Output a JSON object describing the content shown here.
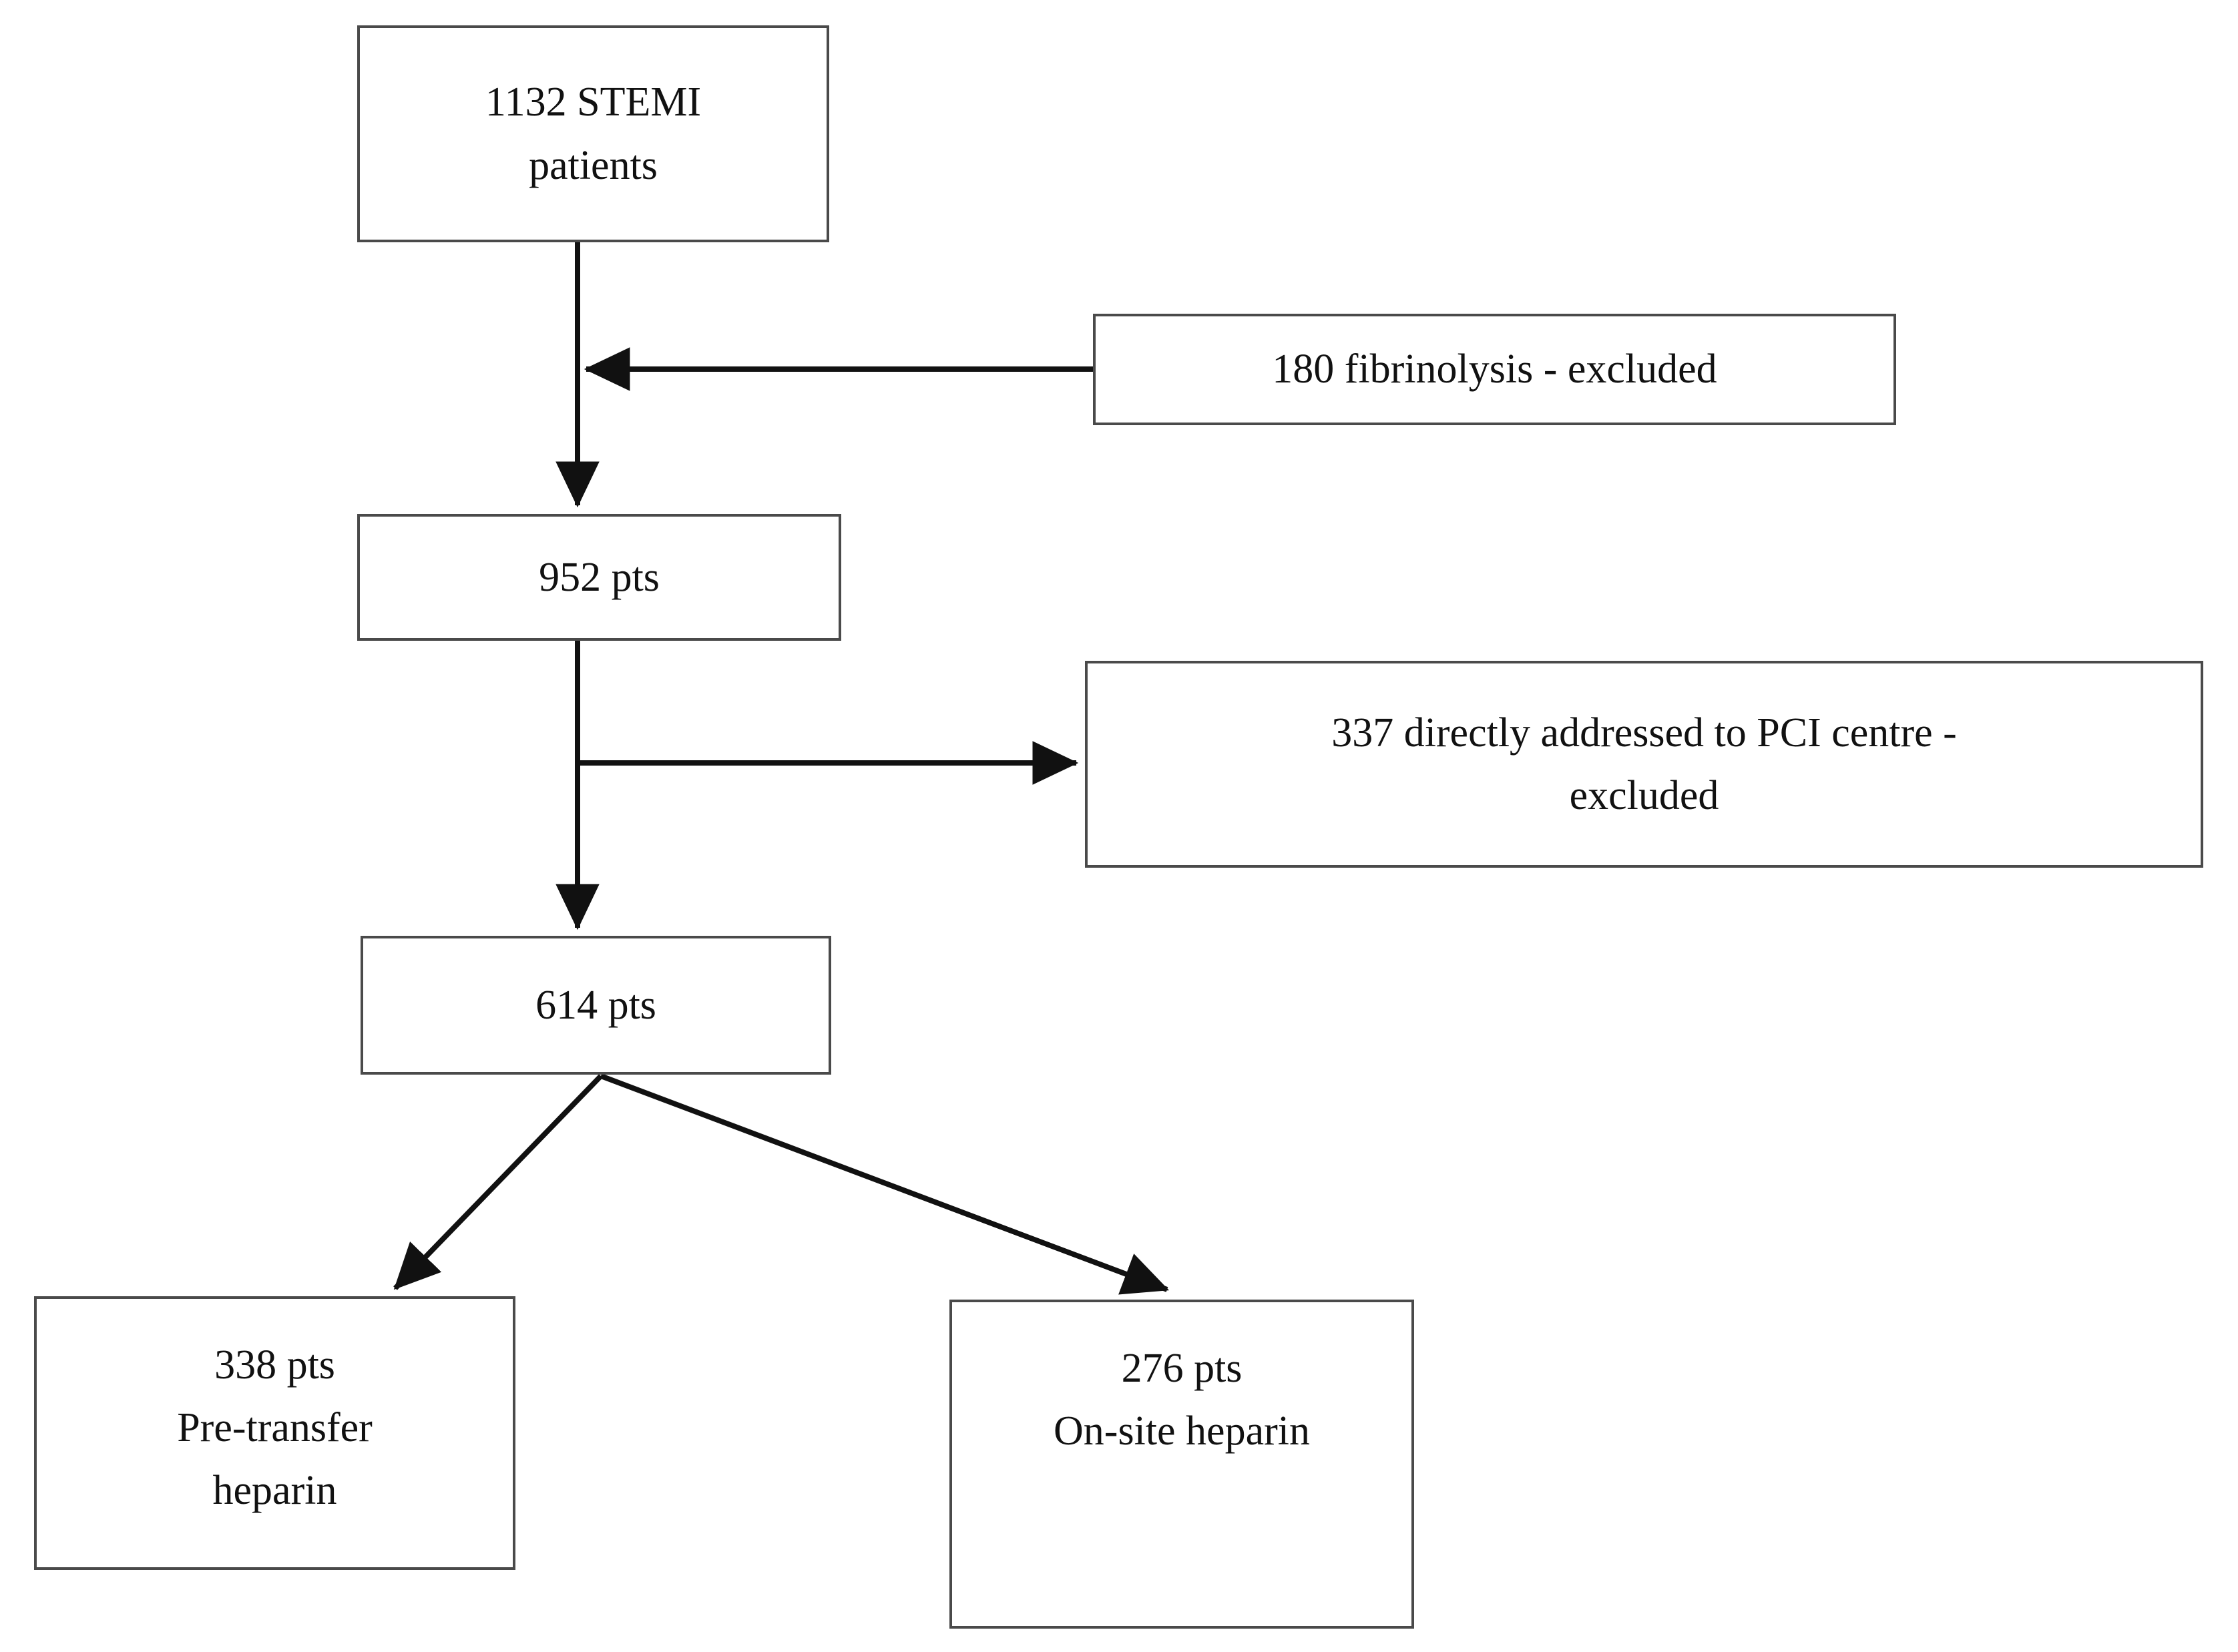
{
  "diagram": {
    "type": "flowchart",
    "title": "STEMI patient enrolment flow",
    "background_color": "#ffffff",
    "stroke_color": "#4a4a4a",
    "arrow_color": "#111111",
    "text_color": "#111111",
    "nodes": [
      {
        "id": "stemi",
        "lines": [
          "1132 STEMI",
          "patients"
        ],
        "count": 1132,
        "label": "1132 STEMI patients"
      },
      {
        "id": "fibrinolysis",
        "lines": [
          "180 fibrinolysis - excluded"
        ],
        "count": 180,
        "label": "180 fibrinolysis - excluded"
      },
      {
        "id": "pts952",
        "lines": [
          "952 pts"
        ],
        "count": 952,
        "label": "952 pts"
      },
      {
        "id": "pci337",
        "lines": [
          "337 directly addressed to PCI centre -",
          "excluded"
        ],
        "count": 337,
        "label": "337 directly addressed to PCI centre - excluded"
      },
      {
        "id": "pts614",
        "lines": [
          "614 pts"
        ],
        "count": 614,
        "label": "614 pts"
      },
      {
        "id": "pretransfer338",
        "lines": [
          "338 pts",
          "Pre-transfer",
          "heparin"
        ],
        "count": 338,
        "label": "338 pts Pre-transfer heparin"
      },
      {
        "id": "onsite276",
        "lines": [
          "276 pts",
          "On-site heparin"
        ],
        "count": 276,
        "label": "276 pts On-site heparin"
      }
    ],
    "edges": [
      {
        "from": "stemi",
        "to": "pts952",
        "kind": "vertical-arrow"
      },
      {
        "from": "fibrinolysis",
        "to": "stemi-to-952",
        "kind": "horizontal-arrow-left"
      },
      {
        "from": "pts952",
        "to": "pts614",
        "kind": "vertical-arrow"
      },
      {
        "from": "952-to-614",
        "to": "pci337",
        "kind": "horizontal-arrow-right"
      },
      {
        "from": "pts614",
        "to": "pretransfer338",
        "kind": "diagonal-arrow-left"
      },
      {
        "from": "pts614",
        "to": "onsite276",
        "kind": "diagonal-arrow-right"
      }
    ]
  }
}
